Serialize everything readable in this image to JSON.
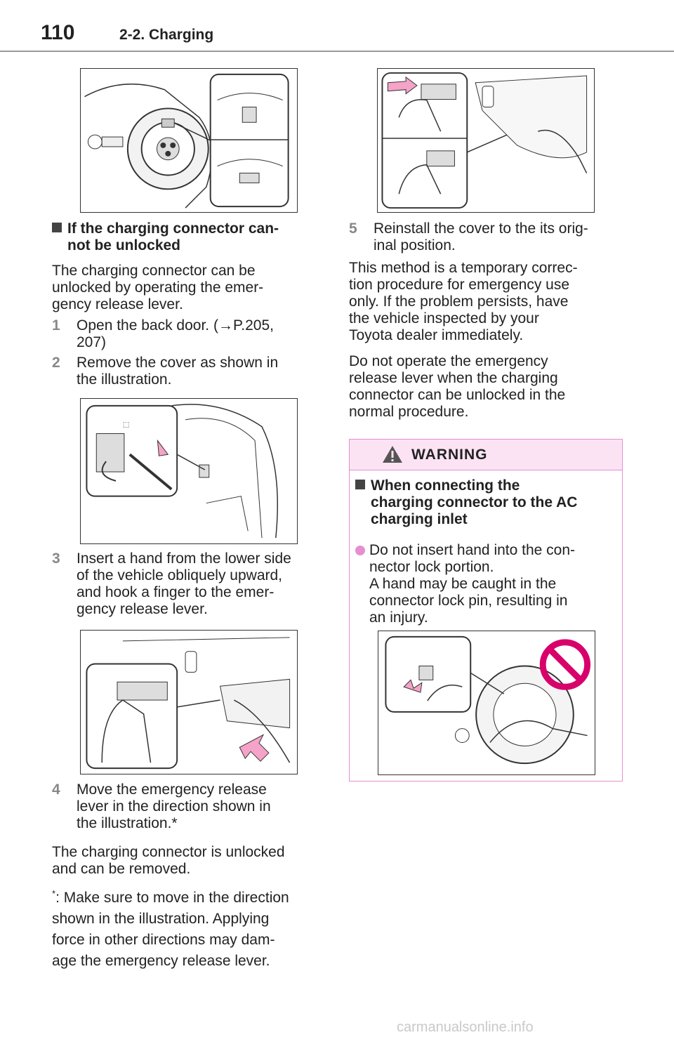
{
  "header": {
    "page_number": "110",
    "section": "2-2. Charging"
  },
  "left": {
    "heading": "If the charging connector can-\nnot be unlocked",
    "intro": "The charging connector can be\nunlocked by operating the emer-\ngency release lever.",
    "steps": [
      {
        "num": "1",
        "text": "Open the back door. (→P.205,\n207)"
      },
      {
        "num": "2",
        "text": "Remove the cover as shown in\nthe illustration."
      },
      {
        "num": "3",
        "text": "Insert a hand from the lower side\nof the vehicle obliquely upward,\nand hook a finger to the emer-\ngency release lever."
      },
      {
        "num": "4",
        "text": "Move the emergency release\nlever in the direction shown in\nthe illustration.*"
      }
    ],
    "result": "The charging connector is unlocked\nand can be removed.",
    "footnote_mark": "*",
    "footnote": ": Make sure to move in the direction\n   shown in the illustration. Applying\n   force in other directions may dam-\n   age the emergency release lever."
  },
  "right": {
    "step5": {
      "num": "5",
      "text": "Reinstall the cover to the its orig-\ninal position."
    },
    "para1": "This method is a temporary correc-\ntion procedure for emergency use\nonly. If the problem persists, have\nthe vehicle inspected by your\nToyota dealer immediately.",
    "para2": "Do not operate the emergency\nrelease lever when the charging\nconnector can be unlocked in the\nnormal procedure."
  },
  "warning": {
    "title": "WARNING",
    "heading": "When connecting the\ncharging connector to the AC\ncharging inlet",
    "bullet": "Do not insert hand into the con-\nnector lock portion.\nA hand may be caught in the\nconnector lock pin, resulting in\nan injury."
  },
  "footer": {
    "watermark": "carmanualsonline.info"
  },
  "colors": {
    "accent_pink": "#e58fd1",
    "warn_bg": "#fbe3f4",
    "step_gray": "#888888",
    "prohibit_red": "#d8006b"
  }
}
